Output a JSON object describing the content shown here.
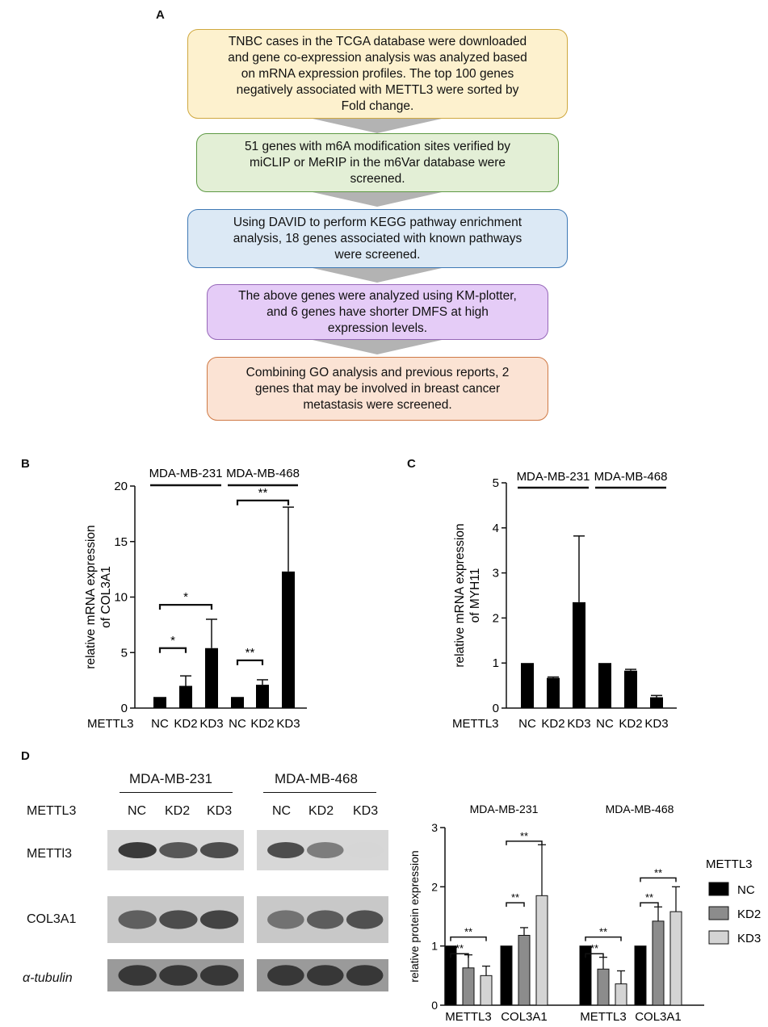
{
  "panels": {
    "a": "A",
    "b": "B",
    "c": "C",
    "d": "D"
  },
  "flowchart": {
    "boxes": [
      {
        "lines": [
          "TNBC cases in the TCGA database were downloaded",
          "and gene co-expression analysis was analyzed based",
          "on mRNA expression profiles. The top 100 genes",
          "negatively associated with METTL3 were sorted by",
          "Fold change."
        ],
        "fill": "#fdf1ce",
        "border": "#cfa83f"
      },
      {
        "lines": [
          "51 genes with m6A modification sites verified by",
          "miCLIP or MeRIP in the m6Var database were",
          "screened."
        ],
        "fill": "#e3efd6",
        "border": "#5e9944"
      },
      {
        "lines": [
          "Using DAVID to perform KEGG pathway enrichment",
          "analysis, 18 genes associated with known pathways",
          "were screened."
        ],
        "fill": "#dce9f5",
        "border": "#3f79b5"
      },
      {
        "lines": [
          "The above genes were analyzed using KM-plotter,",
          "and 6 genes have shorter DMFS at high",
          "expression levels."
        ],
        "fill": "#e5ccf7",
        "border": "#9667b8"
      },
      {
        "lines": [
          "Combining GO analysis and previous reports, 2",
          "genes that may be involved in breast cancer",
          "metastasis were screened."
        ],
        "fill": "#fbe3d4",
        "border": "#cf7a46"
      }
    ]
  },
  "chart_data": [
    {
      "type": "bar",
      "panel": "B",
      "ylabel": "relative mRNA expression of COL3A1",
      "ylim": [
        0,
        20
      ],
      "yticks": [
        0,
        5,
        10,
        15,
        20
      ],
      "categories": [
        "NC",
        "KD2",
        "KD3",
        "NC",
        "KD2",
        "KD3"
      ],
      "values": [
        1.0,
        2.0,
        5.4,
        1.0,
        2.1,
        12.3
      ],
      "errors": [
        0,
        0.9,
        2.6,
        0,
        0.45,
        5.8
      ],
      "groups": [
        "MDA-MB-231",
        "MDA-MB-468"
      ],
      "row_label": "METTL3",
      "significance": [
        {
          "from": 0,
          "to": 1,
          "label": "*",
          "y": 5.4
        },
        {
          "from": 0,
          "to": 2,
          "label": "*",
          "y": 9.3
        },
        {
          "from": 3,
          "to": 4,
          "label": "**",
          "y": 4.3
        },
        {
          "from": 3,
          "to": 5,
          "label": "**",
          "y": 18.7
        }
      ],
      "color": "#000000"
    },
    {
      "type": "bar",
      "panel": "C",
      "ylabel": "relative mRNA expression of MYH11",
      "ylim": [
        0,
        5
      ],
      "yticks": [
        0,
        1,
        2,
        3,
        4,
        5
      ],
      "categories": [
        "NC",
        "KD2",
        "KD3",
        "NC",
        "KD2",
        "KD3"
      ],
      "values": [
        1.0,
        0.67,
        2.35,
        1.0,
        0.83,
        0.24
      ],
      "errors": [
        0,
        0.02,
        1.47,
        0,
        0.03,
        0.04
      ],
      "groups": [
        "MDA-MB-231",
        "MDA-MB-468"
      ],
      "row_label": "METTL3",
      "color": "#000000"
    },
    {
      "type": "bar",
      "panel": "D",
      "ylabel": "relative protein expression",
      "ylim": [
        0,
        3
      ],
      "yticks": [
        0,
        1,
        2,
        3
      ],
      "categories": [
        "METTL3",
        "COL3A1",
        "METTL3",
        "COL3A1"
      ],
      "cell_lines": [
        "MDA-MB-231",
        "MDA-MB-468"
      ],
      "legend_title": "METTL3",
      "series": [
        {
          "name": "NC",
          "color": "#000000",
          "values": [
            1.0,
            1.0,
            1.0,
            1.0
          ],
          "errors": [
            0,
            0,
            0,
            0
          ]
        },
        {
          "name": "KD2",
          "color": "#8c8c8c",
          "values": [
            0.63,
            1.18,
            0.61,
            1.42
          ],
          "errors": [
            0.22,
            0.13,
            0.2,
            0.24
          ]
        },
        {
          "name": "KD3",
          "color": "#d4d4d4",
          "values": [
            0.5,
            1.85,
            0.36,
            1.58
          ],
          "errors": [
            0.16,
            0.86,
            0.22,
            0.42
          ]
        }
      ],
      "significance": [
        {
          "group": 0,
          "from": 0,
          "to": 1,
          "label": "**",
          "y": 0.87
        },
        {
          "group": 0,
          "from": 0,
          "to": 2,
          "label": "**",
          "y": 1.15
        },
        {
          "group": 1,
          "from": 0,
          "to": 1,
          "label": "**",
          "y": 1.73
        },
        {
          "group": 1,
          "from": 0,
          "to": 2,
          "label": "**",
          "y": 2.77
        },
        {
          "group": 2,
          "from": 0,
          "to": 1,
          "label": "**",
          "y": 0.87
        },
        {
          "group": 2,
          "from": 0,
          "to": 2,
          "label": "**",
          "y": 1.15
        },
        {
          "group": 3,
          "from": 0,
          "to": 1,
          "label": "**",
          "y": 1.73
        },
        {
          "group": 3,
          "from": 0,
          "to": 2,
          "label": "**",
          "y": 2.15
        }
      ]
    }
  ],
  "blots": {
    "cell_lines": [
      "MDA-MB-231",
      "MDA-MB-468"
    ],
    "lane_header": "METTL3",
    "lanes": [
      "NC",
      "KD2",
      "KD3"
    ],
    "rows": [
      "METTl3",
      "COL3A1",
      "α-tubulin"
    ],
    "intensities": {
      "METTl3": [
        0.9,
        0.75,
        0.8,
        0.8,
        0.55,
        0.08
      ],
      "COL3A1": [
        0.7,
        0.8,
        0.85,
        0.6,
        0.72,
        0.78
      ],
      "α-tubulin": [
        0.9,
        0.9,
        0.9,
        0.9,
        0.9,
        0.9
      ]
    }
  }
}
